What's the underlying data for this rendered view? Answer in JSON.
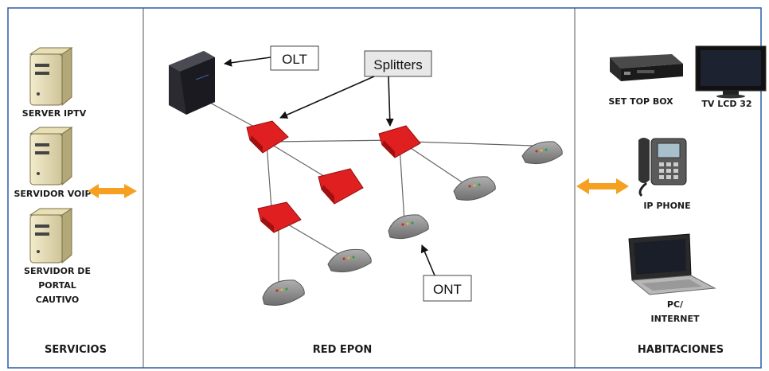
{
  "sections": {
    "left": "SERVICIOS",
    "center": "RED EPON",
    "right": "HABITACIONES"
  },
  "servers": [
    {
      "lines": [
        "SERVER IPTV"
      ]
    },
    {
      "lines": [
        "SERVIDOR VOIP"
      ]
    },
    {
      "lines": [
        "SERVIDOR DE",
        "PORTAL",
        "CAUTIVO"
      ]
    }
  ],
  "callouts": {
    "olt": "OLT",
    "splitters": "Splitters",
    "ont": "ONT"
  },
  "devices": {
    "set_top_box": "SET TOP BOX",
    "tv": "TV LCD 32",
    "ip_phone": "IP PHONE",
    "pc": [
      "PC/",
      "INTERNET"
    ]
  },
  "colors": {
    "splitter": "#e02020",
    "ont": "#8a8a8a",
    "arrow": "#f5a020",
    "border": "#2a5aa8"
  }
}
